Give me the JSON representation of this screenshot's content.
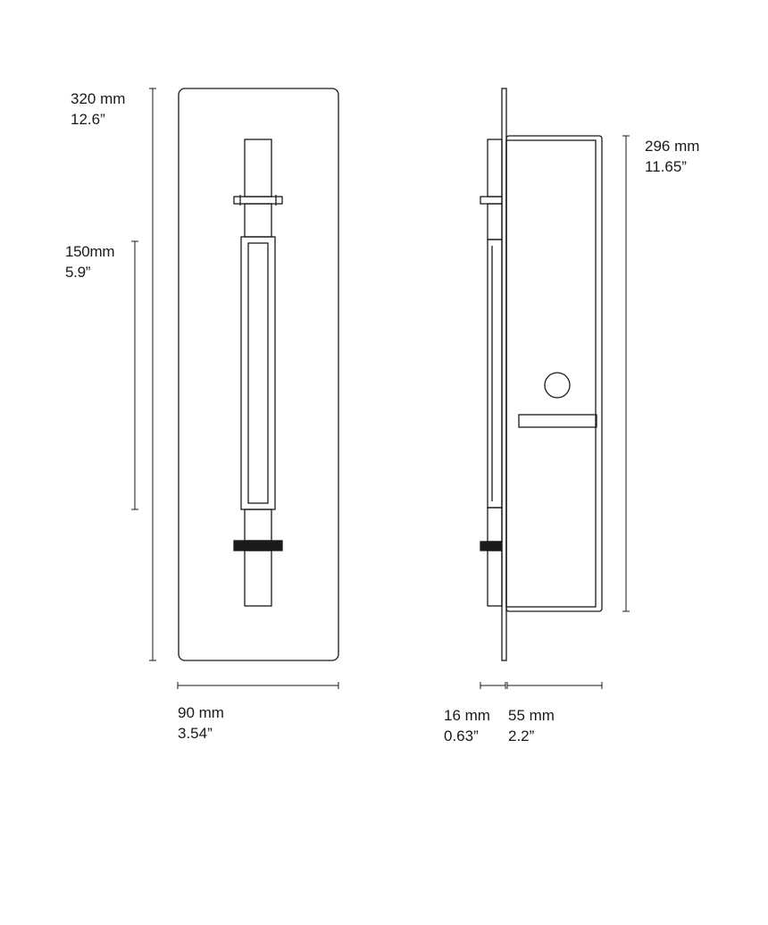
{
  "dimensions": {
    "front_height": {
      "metric": "320 mm",
      "imperial": "12.6”"
    },
    "bar_length": {
      "metric": "150mm",
      "imperial": "5.9”"
    },
    "front_width": {
      "metric": "90 mm",
      "imperial": "3.54”"
    },
    "side_height": {
      "metric": "296 mm",
      "imperial": "11.65”"
    },
    "bar_depth": {
      "metric": "16 mm",
      "imperial": "0.63”"
    },
    "box_depth": {
      "metric": "55 mm",
      "imperial": "2.2”"
    }
  },
  "colors": {
    "line": "#1a1a1a",
    "background": "#ffffff"
  }
}
